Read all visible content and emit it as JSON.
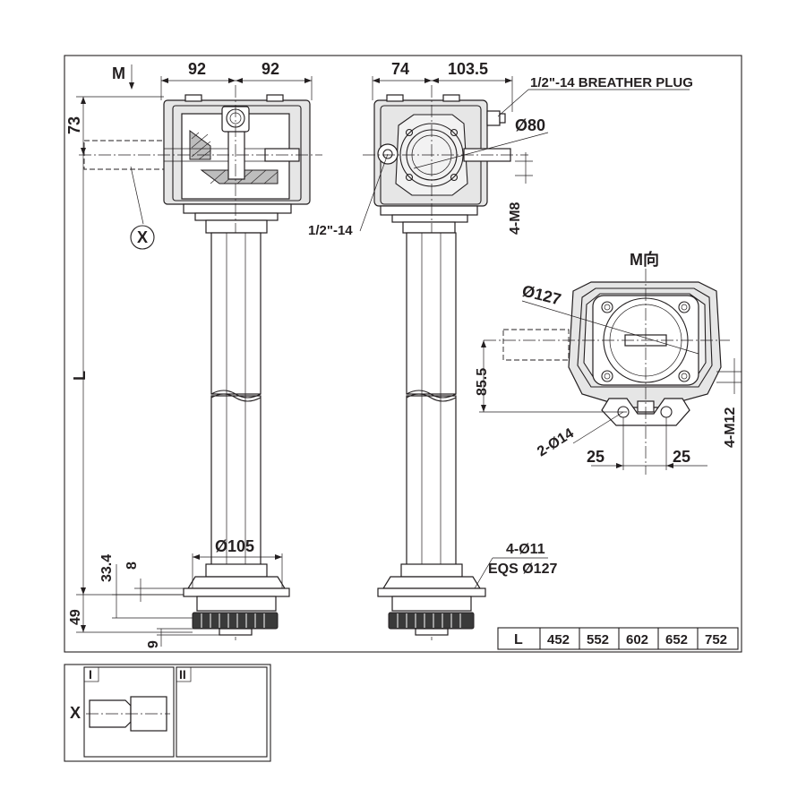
{
  "dims": {
    "front_width_left": "92",
    "front_width_right": "92",
    "front_height_top": "73",
    "view_arrow_label": "M",
    "length_label": "L",
    "x_detail_label": "X",
    "flange_dia": "Ø105",
    "flange_thickness": "8",
    "flange_to_center": "33.4",
    "gear_height": "49",
    "gear_offset": "9",
    "side_width_left": "74",
    "side_width_right": "103.5",
    "breather_plug": "1/2\"-14 BREATHER PLUG",
    "side_dia": "Ø80",
    "side_port": "1/2\"-14",
    "side_tapped": "4-M8",
    "bolt_holes": "4-Ø11",
    "bolt_circle": "EQS Ø127",
    "m_view_title": "M向",
    "m_view_dia": "Ø127",
    "m_view_height": "85.5",
    "m_view_holes": "2-Ø14",
    "m_view_tapped": "4-M12",
    "m_view_spacing_left": "25",
    "m_view_spacing_right": "25"
  },
  "length_table": {
    "header": "L",
    "values": [
      "452",
      "552",
      "602",
      "652",
      "752"
    ]
  },
  "detail_panels": {
    "panel_1_label": "I",
    "panel_2_label": "II",
    "x_label": "X"
  }
}
